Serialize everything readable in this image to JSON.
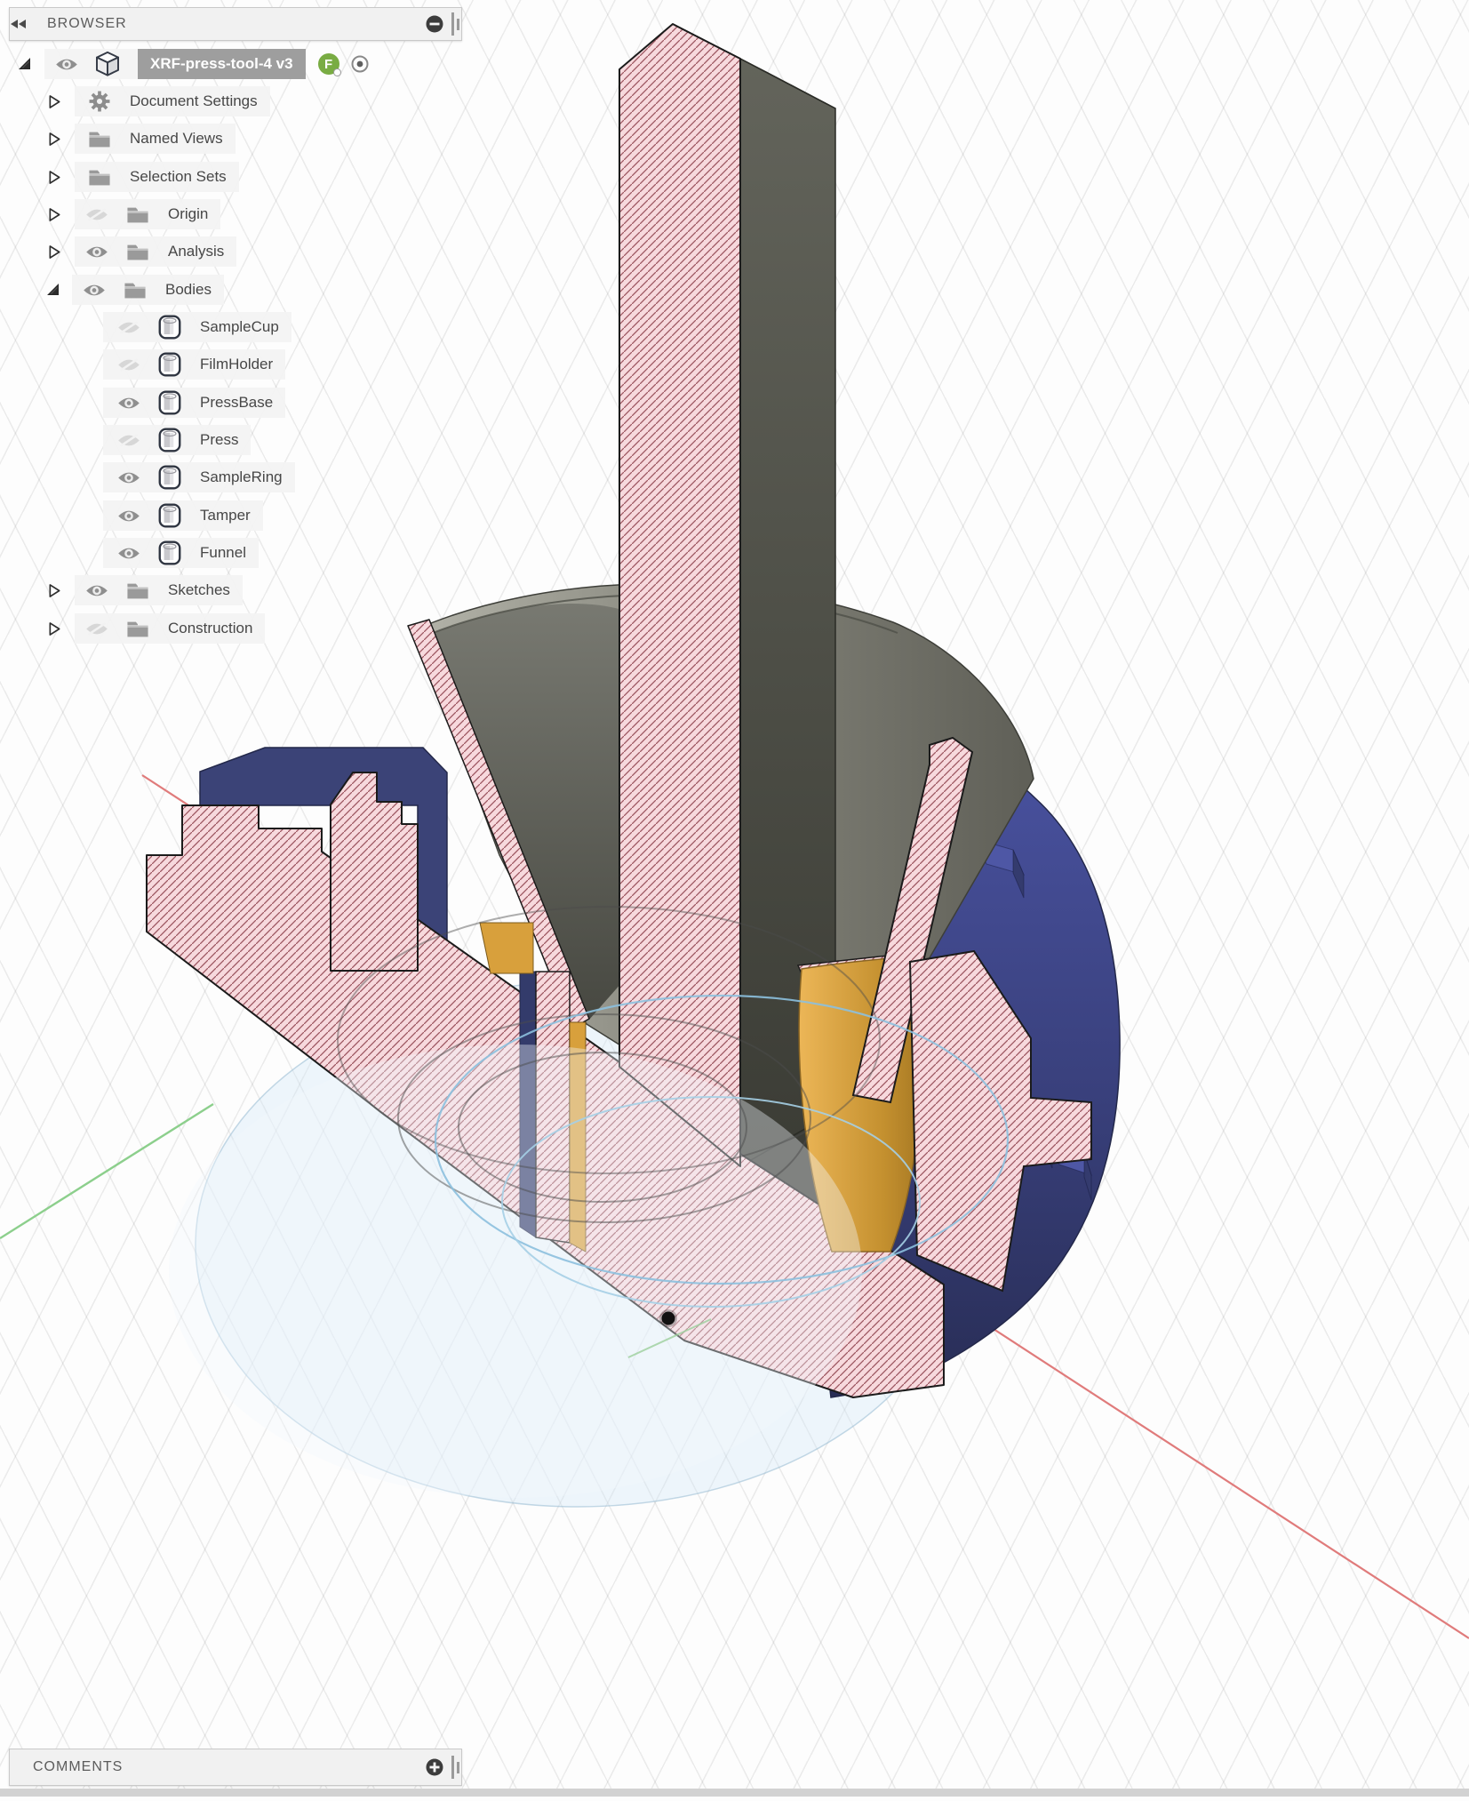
{
  "browser_panel": {
    "header": {
      "title": "BROWSER",
      "collapse_icon": "double-left-arrows",
      "minimize_icon": "circle-minus",
      "resize_handle": "vertical-bars"
    },
    "root": {
      "label": "XRF-press-tool-4 v3",
      "badge_letter": "F",
      "visibility": "visible",
      "expanded": true,
      "active_component": true
    },
    "items": [
      {
        "label": "Document Settings",
        "icon": "gear-icon",
        "level": 1,
        "expandable": true,
        "visibility": null
      },
      {
        "label": "Named Views",
        "icon": "folder-icon",
        "level": 1,
        "expandable": true,
        "visibility": null
      },
      {
        "label": "Selection Sets",
        "icon": "folder-icon",
        "level": 1,
        "expandable": true,
        "visibility": null
      },
      {
        "label": "Origin",
        "icon": "folder-icon",
        "level": 1,
        "expandable": true,
        "visibility": "hidden"
      },
      {
        "label": "Analysis",
        "icon": "folder-icon",
        "level": 1,
        "expandable": true,
        "visibility": "visible"
      },
      {
        "label": "Bodies",
        "icon": "folder-icon",
        "level": 1,
        "expanded": true,
        "visibility": "visible"
      },
      {
        "label": "SampleCup",
        "icon": "cylinder-icon",
        "level": 2,
        "visibility": "hidden"
      },
      {
        "label": "FilmHolder",
        "icon": "cylinder-icon",
        "level": 2,
        "visibility": "hidden"
      },
      {
        "label": "PressBase",
        "icon": "cylinder-icon",
        "level": 2,
        "visibility": "visible"
      },
      {
        "label": "Press",
        "icon": "cylinder-icon",
        "level": 2,
        "visibility": "hidden"
      },
      {
        "label": "SampleRing",
        "icon": "cylinder-icon",
        "level": 2,
        "visibility": "visible"
      },
      {
        "label": "Tamper",
        "icon": "cylinder-icon",
        "level": 2,
        "visibility": "visible"
      },
      {
        "label": "Funnel",
        "icon": "cylinder-icon",
        "level": 2,
        "visibility": "visible"
      },
      {
        "label": "Sketches",
        "icon": "folder-icon",
        "level": 1,
        "expandable": true,
        "visibility": "visible"
      },
      {
        "label": "Construction",
        "icon": "folder-icon",
        "level": 1,
        "expandable": true,
        "visibility": "hidden"
      }
    ]
  },
  "comments_panel": {
    "title": "COMMENTS",
    "add_icon": "circle-plus",
    "resize_handle": "vertical-bars"
  },
  "viewport": {
    "view": "isometric-section-analysis",
    "section_hatch": {
      "fill": "#f7d9dd",
      "line": "#9d5660",
      "outline": "#1b1b1b"
    },
    "body_colors": {
      "press_base_navy": "#3d4580",
      "sample_ring_yellow": "#d8a03c",
      "tamper_column_gray": "#4a4b43",
      "funnel_gray": "#87877d"
    },
    "axes": {
      "x_axis_color": "#e07b7b",
      "y_axis_color": "#8ccf8c"
    },
    "sketch_circle_color": "#8cc0de",
    "ground_plane_tint": "rgba(210,232,246,0.38)",
    "origin_dot_color": "#111111"
  }
}
